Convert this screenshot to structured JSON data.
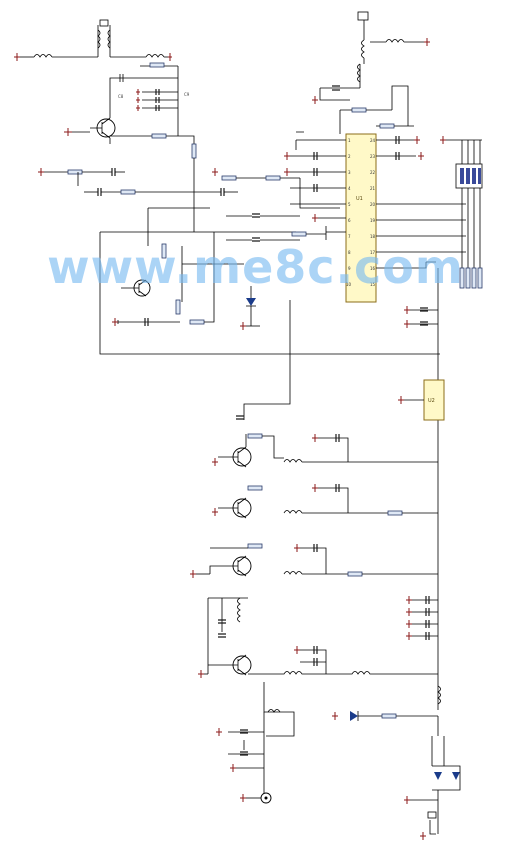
{
  "watermark": "www.me8c.com",
  "ic_u1": {
    "label": "U1"
  },
  "ic_u2": {
    "label": "U2"
  }
}
